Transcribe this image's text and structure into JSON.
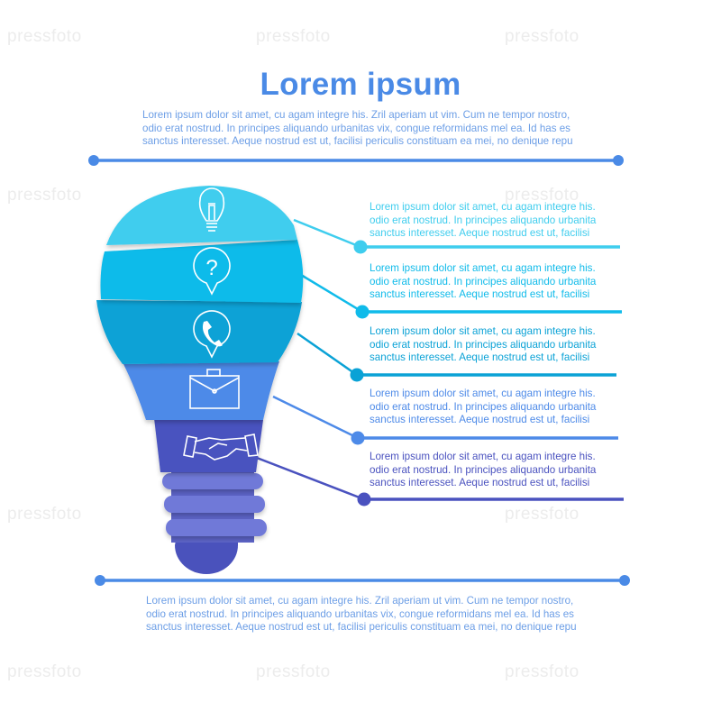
{
  "title": "Lorem ipsum",
  "intro": {
    "lines": [
      "Lorem ipsum dolor sit amet, cu agam integre his. Zril aperiam ut vim. Cum ne tempor nostro,",
      "odio erat nostrud. In principes aliquando urbanitas vix, congue reformidans mel ea. Id has es",
      "sanctus interesset. Aeque nostrud est ut, facilisi periculis constituam ea mei, no denique repu"
    ]
  },
  "outro": {
    "lines": [
      "Lorem ipsum dolor sit amet, cu agam integre his. Zril aperiam ut vim. Cum ne tempor nostro,",
      "odio erat nostrud. In principes aliquando urbanitas vix, congue reformidans mel ea. Id has es",
      "sanctus interesset. Aeque nostrud est ut, facilisi periculis constituam ea mei, no denique repu"
    ]
  },
  "steps": [
    {
      "icon": "lightbulb-icon",
      "color": "#3fcdee",
      "lines": [
        "Lorem ipsum dolor sit amet, cu agam integre his.",
        "odio erat nostrud. In principes aliquando urbanita",
        "sanctus interesset. Aeque nostrud est ut, facilisi"
      ]
    },
    {
      "icon": "question-bubble-icon",
      "color": "#10bbea",
      "lines": [
        "Lorem ipsum dolor sit amet, cu agam integre his.",
        "odio erat nostrud. In principes aliquando urbanita",
        "sanctus interesset. Aeque nostrud est ut, facilisi"
      ]
    },
    {
      "icon": "phone-bubble-icon",
      "color": "#0aa2d6",
      "lines": [
        "Lorem ipsum dolor sit amet, cu agam integre his.",
        "odio erat nostrud. In principes aliquando urbanita",
        "sanctus interesset. Aeque nostrud est ut, facilisi"
      ]
    },
    {
      "icon": "briefcase-icon",
      "color": "#4d8ae8",
      "lines": [
        "Lorem ipsum dolor sit amet, cu agam integre his.",
        "odio erat nostrud. In principes aliquando urbanita",
        "sanctus interesset. Aeque nostrud est ut, facilisi"
      ]
    },
    {
      "icon": "handshake-icon",
      "color": "#4a52bf",
      "lines": [
        "Lorem ipsum dolor sit amet, cu agam integre his.",
        "odio erat nostrud. In principes aliquando urbanita",
        "sanctus interesset. Aeque nostrud est ut, facilisi"
      ]
    }
  ],
  "colors": {
    "accent": "#4a8ae6",
    "base_stripe": "#7079d8",
    "base_dark": "#4a52bc"
  },
  "watermark": "pressfoto"
}
